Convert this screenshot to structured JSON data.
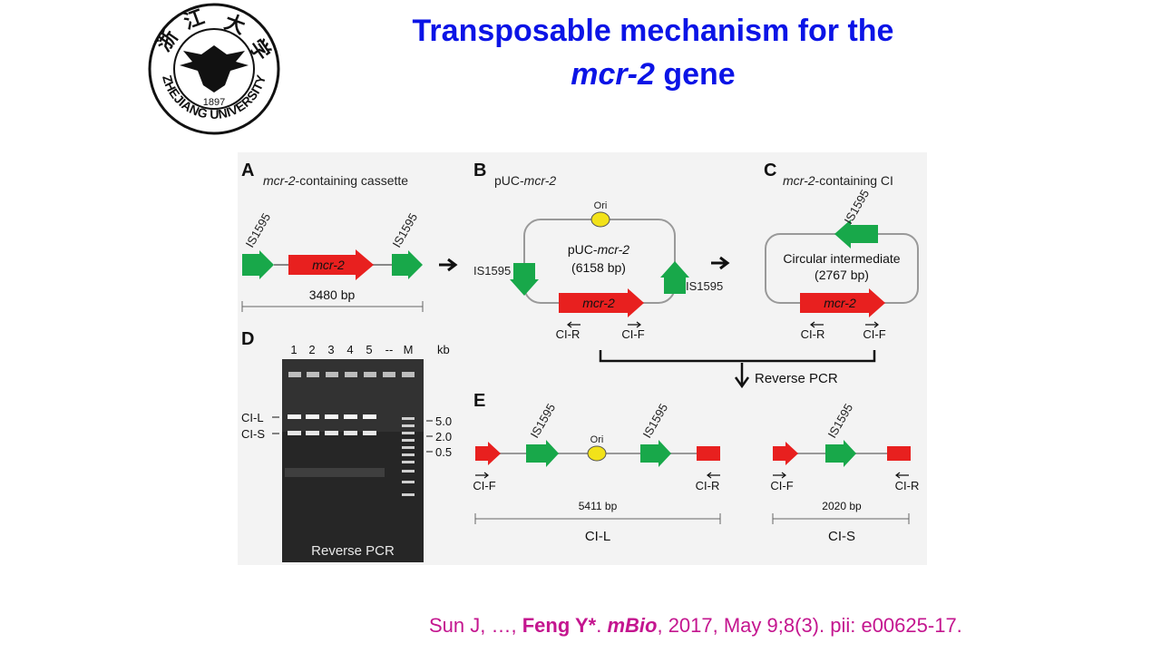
{
  "slide": {
    "title_line1": "Transposable mechanism for the",
    "title_line2_italic": "mcr-2",
    "title_line2_rest": " gene"
  },
  "logo": {
    "chars": [
      "浙",
      "江",
      "大",
      "学"
    ],
    "year": "1897",
    "university": "ZHEJIANG UNIVERSITY"
  },
  "figure": {
    "panel_a": {
      "letter": "A",
      "caption_italic": "mcr-2",
      "caption_rest": "-containing cassette",
      "is_left": "IS1595",
      "is_right": "IS1595",
      "gene": "mcr-2",
      "size": "3480 bp"
    },
    "panel_b": {
      "letter": "B",
      "caption_prefix": "pUC-",
      "caption_italic": "mcr-2",
      "ori": "Ori",
      "center_prefix": "pUC-",
      "center_italic": "mcr-2",
      "center_size": "(6158 bp)",
      "is_left": "IS1595",
      "is_right": "IS1595",
      "gene": "mcr-2",
      "primer_r": "CI-R",
      "primer_f": "CI-F"
    },
    "panel_c": {
      "letter": "C",
      "caption_italic": "mcr-2",
      "caption_rest": "-containing CI",
      "is_label": "IS1595",
      "center_line1": "Circular intermediate",
      "center_line2": "(2767 bp)",
      "gene": "mcr-2",
      "primer_r": "CI-R",
      "primer_f": "CI-F"
    },
    "reverse_pcr": "Reverse PCR",
    "panel_d": {
      "letter": "D",
      "lanes": [
        "1",
        "2",
        "3",
        "4",
        "5",
        "--",
        "M"
      ],
      "kb": "kb",
      "band_l": "CI-L",
      "band_s": "CI-S",
      "markers": [
        "5.0",
        "2.0",
        "0.5"
      ],
      "gel_label": "Reverse PCR"
    },
    "panel_e": {
      "letter": "E",
      "l_is1": "IS1595",
      "l_ori": "Ori",
      "l_is2": "IS1595",
      "l_primer_f": "CI-F",
      "l_primer_r": "CI-R",
      "l_size": "5411 bp",
      "l_name": "CI-L",
      "s_is": "IS1595",
      "s_primer_f": "CI-F",
      "s_primer_r": "CI-R",
      "s_size": "2020 bp",
      "s_name": "CI-S"
    }
  },
  "citation": {
    "authors": "Sun J, …, ",
    "corresponding": "Feng Y*",
    "sep": ". ",
    "journal": "mBio",
    "details": ", 2017, May 9;8(3). pii: e00625-17."
  },
  "colors": {
    "title": "#0b14e6",
    "citation": "#c4168f",
    "gene_red": "#e8201f",
    "is_green": "#18a84a",
    "ori_yellow": "#f2e21a"
  }
}
